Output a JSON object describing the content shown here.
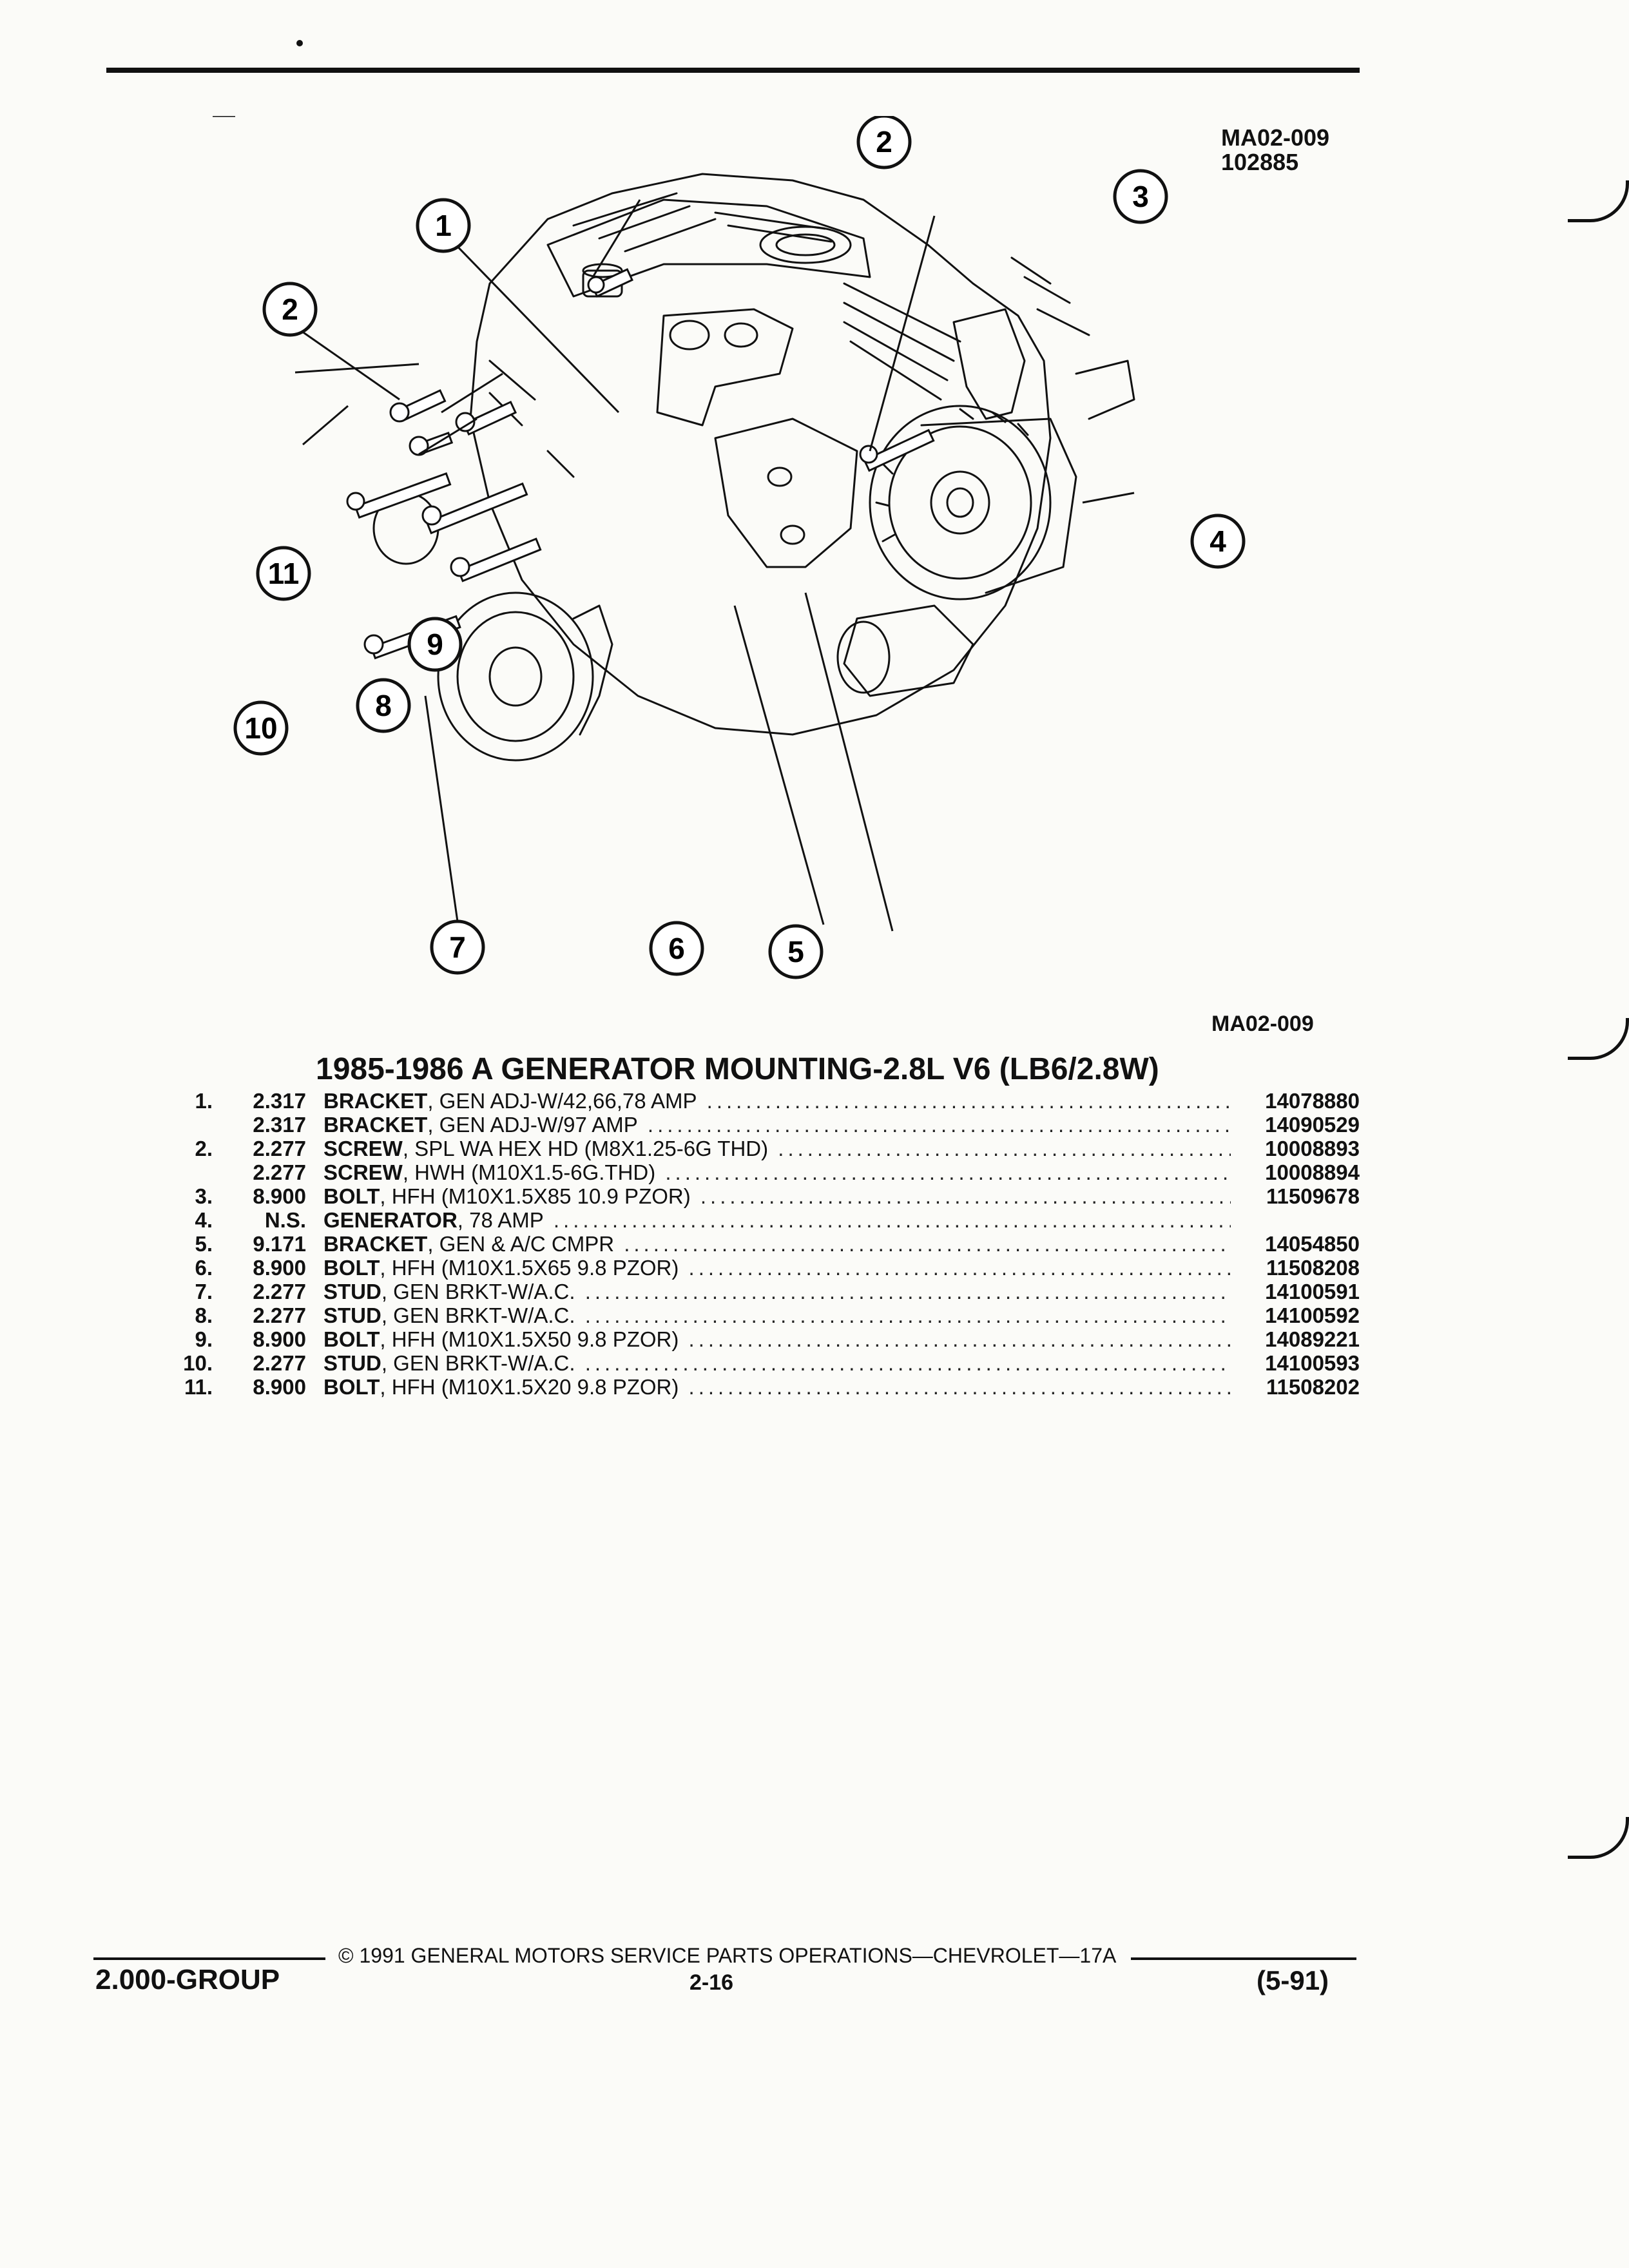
{
  "header": {
    "ref_code": "MA02-009",
    "ref_number": "102885"
  },
  "diagram": {
    "callouts": [
      "1",
      "2",
      "3",
      "2",
      "4",
      "11",
      "9",
      "8",
      "10",
      "7",
      "6",
      "5"
    ]
  },
  "caption": "MA02-009",
  "parts_table": {
    "title": "1985-1986 A GENERATOR MOUNTING-2.8L V6 (LB6/2.8W)",
    "rows": [
      {
        "item": "1.",
        "group": "2.317",
        "name": "BRACKET",
        "detail": ", GEN ADJ-W/42,66,78 AMP",
        "part": "14078880"
      },
      {
        "item": "",
        "group": "2.317",
        "name": "BRACKET",
        "detail": ", GEN ADJ-W/97 AMP",
        "part": "14090529"
      },
      {
        "item": "2.",
        "group": "2.277",
        "name": "SCREW",
        "detail": ", SPL WA HEX HD (M8X1.25-6G THD)",
        "part": "10008893"
      },
      {
        "item": "",
        "group": "2.277",
        "name": "SCREW",
        "detail": ", HWH (M10X1.5-6G.THD)",
        "part": "10008894"
      },
      {
        "item": "3.",
        "group": "8.900",
        "name": "BOLT",
        "detail": ", HFH (M10X1.5X85 10.9 PZOR)",
        "part": "11509678"
      },
      {
        "item": "4.",
        "group": "N.S.",
        "name": "GENERATOR",
        "detail": ", 78 AMP",
        "part": ""
      },
      {
        "item": "5.",
        "group": "9.171",
        "name": "BRACKET",
        "detail": ", GEN & A/C CMPR",
        "part": "14054850"
      },
      {
        "item": "6.",
        "group": "8.900",
        "name": "BOLT",
        "detail": ", HFH (M10X1.5X65 9.8 PZOR)",
        "part": "11508208"
      },
      {
        "item": "7.",
        "group": "2.277",
        "name": "STUD",
        "detail": ", GEN BRKT-W/A.C.",
        "part": "14100591"
      },
      {
        "item": "8.",
        "group": "2.277",
        "name": "STUD",
        "detail": ", GEN BRKT-W/A.C.",
        "part": "14100592"
      },
      {
        "item": "9.",
        "group": "8.900",
        "name": "BOLT",
        "detail": ", HFH (M10X1.5X50 9.8 PZOR)",
        "part": "14089221"
      },
      {
        "item": "10.",
        "group": "2.277",
        "name": "STUD",
        "detail": ", GEN BRKT-W/A.C.",
        "part": "14100593"
      },
      {
        "item": "11.",
        "group": "8.900",
        "name": "BOLT",
        "detail": ", HFH (M10X1.5X20 9.8 PZOR)",
        "part": "11508202"
      }
    ]
  },
  "footer": {
    "copyright": "© 1991 GENERAL MOTORS SERVICE PARTS OPERATIONS—CHEVROLET—17A",
    "group_label": "2.000-GROUP",
    "page_number": "2-16",
    "revision_date": "(5-91)"
  }
}
